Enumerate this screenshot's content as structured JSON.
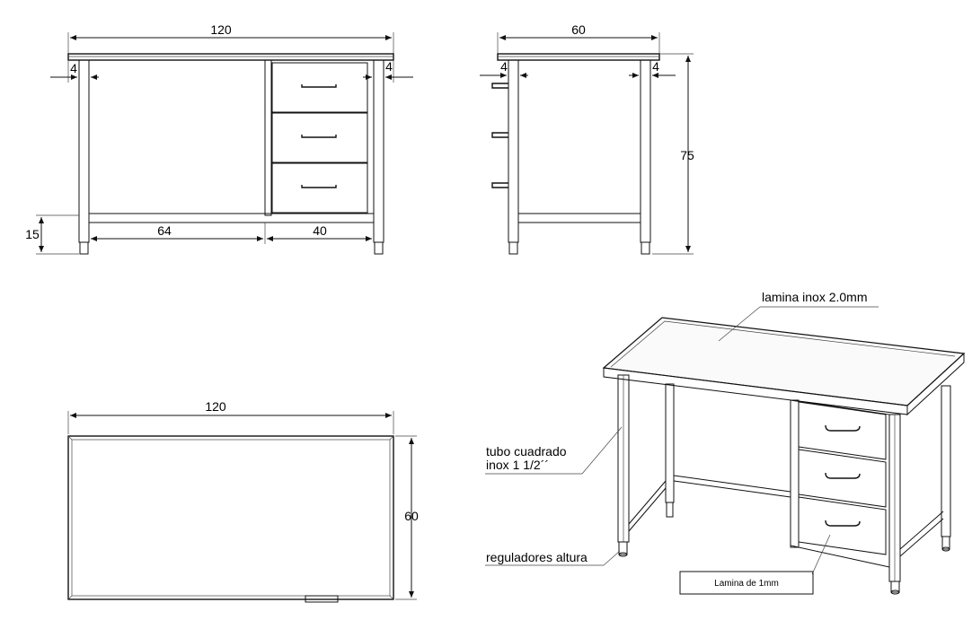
{
  "front_view": {
    "width_label": "120",
    "left_inset_label": "4",
    "right_inset_label": "4",
    "foot_height_label": "15",
    "open_bay_label": "64",
    "drawer_bay_label": "40"
  },
  "side_view": {
    "depth_label": "60",
    "left_inset_label": "4",
    "right_inset_label": "4",
    "height_label": "75"
  },
  "top_view": {
    "width_label": "120",
    "depth_label": "60"
  },
  "iso_view": {
    "top_sheet_note": "lamina inox 2.0mm",
    "tube_note_line1": "tubo cuadrado",
    "tube_note_line2": "inox 1 1/2´´",
    "feet_note": "reguladores altura",
    "drawer_sheet_note": "Lamina de 1mm"
  }
}
